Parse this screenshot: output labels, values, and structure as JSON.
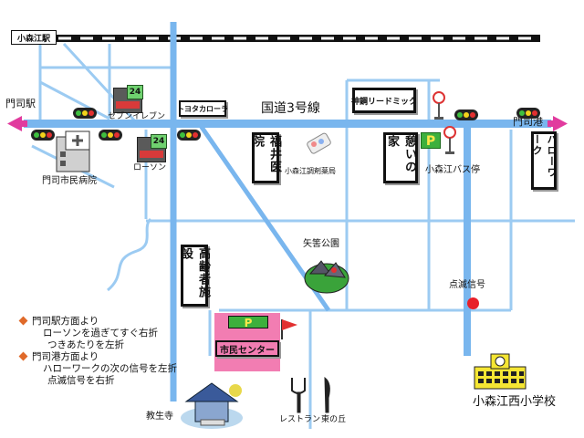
{
  "labels": {
    "railway_station": "小森江駅",
    "moji_station": "門司駅",
    "moji_port": "門司港",
    "route3": "国道3号線",
    "seven_eleven": "セブンイレブン",
    "lawson": "ローソン",
    "toyota": "トヨタカローラ",
    "shinko": "神鋼リードミック",
    "hospital": "門司市民病院",
    "fukui": "福井医院",
    "pharmacy": "小森江調剤薬局",
    "ikoi": "憩いの家",
    "bus_stop": "小森江バス停",
    "hellowork": "ハローワーク",
    "yahazu_park": "矢筈公園",
    "blinking_signal": "点滅信号",
    "elderly_facility": "高齢者施設",
    "civic_center": "市民センター",
    "school": "小森江西小学校",
    "temple": "教生寺",
    "restaurant": "レストラン",
    "higashinooka": "東の丘",
    "p": "P",
    "sign24": "24"
  },
  "directions": {
    "from_moji_station": "門司駅方面より",
    "step1": "ローソンを過ぎてすぐ右折",
    "step2": "つきあたりを左折",
    "from_moji_port": "門司港方面より",
    "step3": "ハローワークの次の信号を左折",
    "step4": "点滅信号を右折"
  },
  "colors": {
    "road_main": "#79b6ee",
    "road_minor": "#9ccbf2",
    "arrow": "#e13b9e",
    "civic_center": "#f27db2",
    "parking": "#3db03d",
    "school": "#f5e633",
    "signal_red": "#e8202a"
  }
}
